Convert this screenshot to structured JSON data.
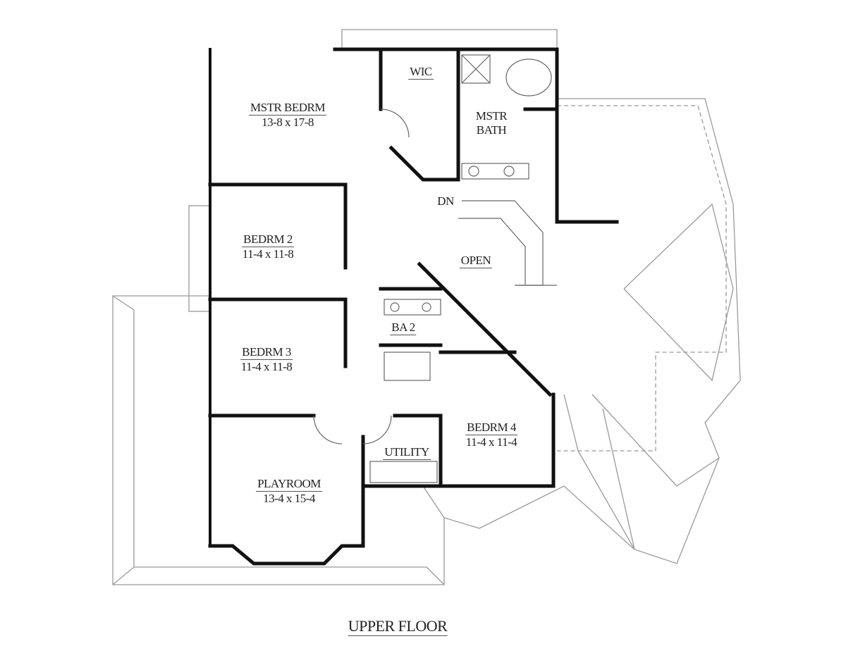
{
  "plan": {
    "title": "UPPER FLOOR",
    "rooms": {
      "master_bedroom": {
        "name": "MSTR BEDRM",
        "size": "13-8 x 17-8"
      },
      "wic": {
        "name": "WIC"
      },
      "master_bath": {
        "name": "MSTR BATH"
      },
      "bedroom2": {
        "name": "BEDRM 2",
        "size": "11-4 x 11-8"
      },
      "bedroom3": {
        "name": "BEDRM 3",
        "size": "11-4 x 11-8"
      },
      "bedroom4": {
        "name": "BEDRM 4",
        "size": "11-4 x 11-4"
      },
      "bath2": {
        "name": "BA 2"
      },
      "utility": {
        "name": "UTILITY"
      },
      "playroom": {
        "name": "PLAYROOM",
        "size": "13-4 x 15-4"
      },
      "open": {
        "name": "OPEN"
      }
    },
    "stairs_label": "DN"
  }
}
